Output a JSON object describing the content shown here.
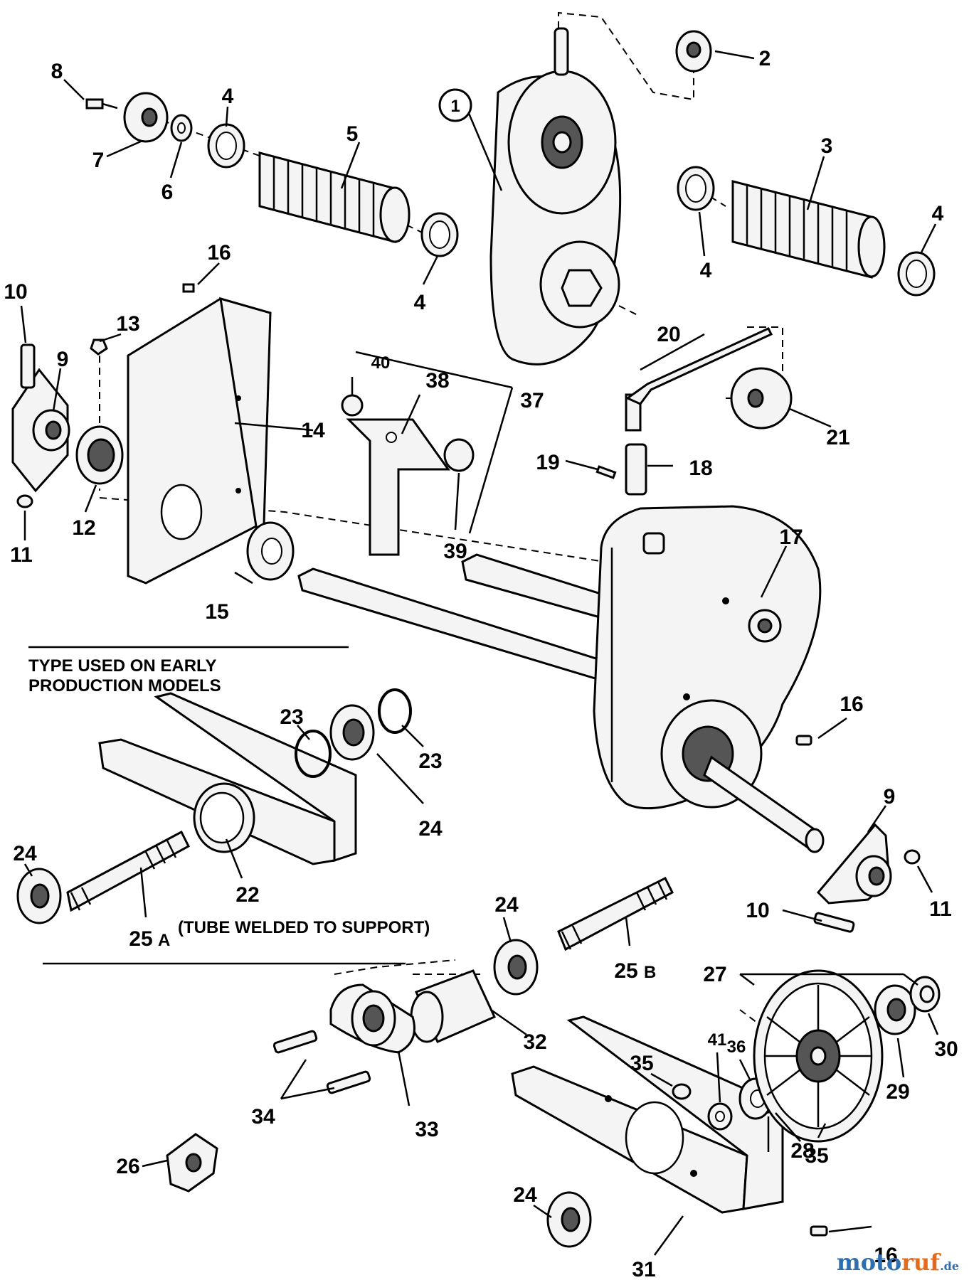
{
  "callouts": [
    {
      "id": "c1",
      "text": "1",
      "circled": true
    },
    {
      "id": "c2",
      "text": "2"
    },
    {
      "id": "c3",
      "text": "3"
    },
    {
      "id": "c4a",
      "text": "4"
    },
    {
      "id": "c4b",
      "text": "4"
    },
    {
      "id": "c4c",
      "text": "4"
    },
    {
      "id": "c4d",
      "text": "4"
    },
    {
      "id": "c5",
      "text": "5"
    },
    {
      "id": "c6",
      "text": "6"
    },
    {
      "id": "c7",
      "text": "7"
    },
    {
      "id": "c8",
      "text": "8"
    },
    {
      "id": "c9a",
      "text": "9"
    },
    {
      "id": "c9b",
      "text": "9"
    },
    {
      "id": "c10a",
      "text": "10"
    },
    {
      "id": "c10b",
      "text": "10"
    },
    {
      "id": "c11a",
      "text": "11"
    },
    {
      "id": "c11b",
      "text": "11"
    },
    {
      "id": "c12",
      "text": "12"
    },
    {
      "id": "c13",
      "text": "13"
    },
    {
      "id": "c14",
      "text": "14"
    },
    {
      "id": "c15",
      "text": "15"
    },
    {
      "id": "c16a",
      "text": "16"
    },
    {
      "id": "c16b",
      "text": "16"
    },
    {
      "id": "c16c",
      "text": "16"
    },
    {
      "id": "c17",
      "text": "17"
    },
    {
      "id": "c18",
      "text": "18"
    },
    {
      "id": "c19",
      "text": "19"
    },
    {
      "id": "c20",
      "text": "20"
    },
    {
      "id": "c21",
      "text": "21"
    },
    {
      "id": "c22",
      "text": "22"
    },
    {
      "id": "c23a",
      "text": "23"
    },
    {
      "id": "c23b",
      "text": "23"
    },
    {
      "id": "c24a",
      "text": "24"
    },
    {
      "id": "c24b",
      "text": "24"
    },
    {
      "id": "c24c",
      "text": "24"
    },
    {
      "id": "c24d",
      "text": "24"
    },
    {
      "id": "c25a",
      "text": "25"
    },
    {
      "id": "c25b",
      "text": "25"
    },
    {
      "id": "c26",
      "text": "26"
    },
    {
      "id": "c27",
      "text": "27"
    },
    {
      "id": "c28",
      "text": "28"
    },
    {
      "id": "c29",
      "text": "29"
    },
    {
      "id": "c30",
      "text": "30"
    },
    {
      "id": "c31",
      "text": "31"
    },
    {
      "id": "c32",
      "text": "32"
    },
    {
      "id": "c33",
      "text": "33"
    },
    {
      "id": "c34",
      "text": "34"
    },
    {
      "id": "c35a",
      "text": "35"
    },
    {
      "id": "c35b",
      "text": "35"
    },
    {
      "id": "c36",
      "text": "36"
    },
    {
      "id": "c37",
      "text": "37"
    },
    {
      "id": "c38",
      "text": "38"
    },
    {
      "id": "c39",
      "text": "39"
    },
    {
      "id": "c40",
      "text": "40"
    },
    {
      "id": "c41",
      "text": "41"
    }
  ],
  "suffix_a": "A",
  "suffix_b": "B",
  "notes": {
    "early_line1": "TYPE USED ON EARLY",
    "early_line2": "PRODUCTION MODELS",
    "tube_welded": "(TUBE WELDED TO SUPPORT)"
  },
  "watermark": {
    "part1": "moto",
    "part2": "ruf",
    "suffix": ".de"
  }
}
